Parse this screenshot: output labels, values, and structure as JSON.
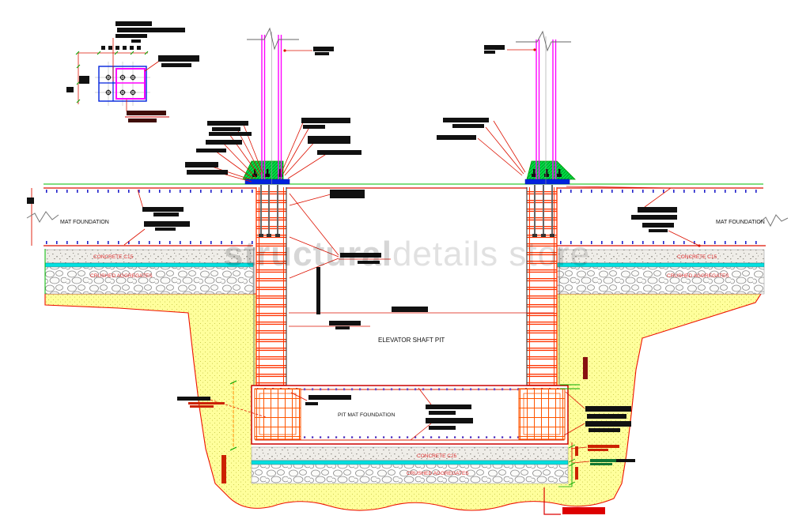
{
  "drawing": {
    "title_context": "Elevator shaft pit through mat foundation - section detail",
    "labels": {
      "mat_foundation_left": "MAT FOUNDATION",
      "mat_foundation_right": "MAT FOUNDATION",
      "concrete_c15_left": "CONCRETE C15",
      "concrete_c15_right": "CONCRETE C15",
      "crushed_aggregates_left": "CRUSHED AGGREGATES",
      "crushed_aggregates_right": "CRUSHED AGGREGATES",
      "elevator_shaft_pit": "ELEVATOR SHAFT PIT",
      "pit_mat_foundation": "PIT MAT FOUNDATION",
      "concrete_c25": "CONCRETE C25",
      "crushed_aggregates_bottom": "CRUSHED AGGREGATES"
    },
    "watermark": {
      "part1": "structural",
      "part2": "details",
      "part3": " store"
    },
    "colors": {
      "soil_yellow": "#FFFF9C",
      "rebar_red": "#DD1100",
      "wall_orange": "#FF3300",
      "column_magenta": "#FF00FF",
      "base_plate_blue": "#0022DD",
      "grout_green": "#00CC44",
      "membrane_cyan": "#00E0E0",
      "dim_green": "#00AA00",
      "label_red": "#E03030",
      "watermark_gray": "#C6C6C6"
    }
  }
}
